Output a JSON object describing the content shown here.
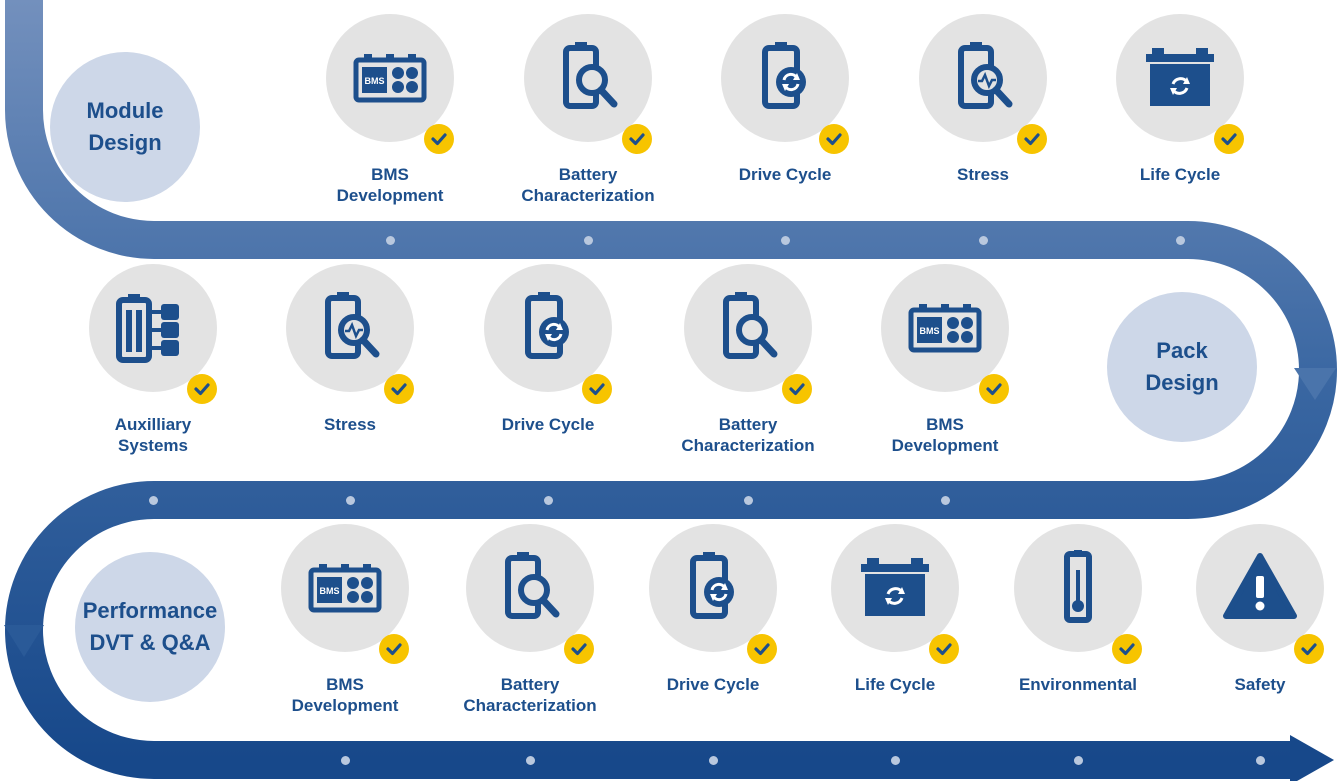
{
  "phases": {
    "module": "Module\nDesign",
    "pack": "Pack\nDesign",
    "performance": "Performance\nDVT & Q&A"
  },
  "row1": [
    {
      "label": "BMS\nDevelopment",
      "icon": "bms-battery-icon",
      "badge": "BMS"
    },
    {
      "label": "Battery\nCharacterization",
      "icon": "battery-magnifier-icon"
    },
    {
      "label": "Drive Cycle",
      "icon": "battery-cycle-icon"
    },
    {
      "label": "Stress",
      "icon": "battery-stress-icon"
    },
    {
      "label": "Life Cycle",
      "icon": "car-battery-cycle-icon"
    }
  ],
  "row2": [
    {
      "label": "Auxilliary\nSystems",
      "icon": "auxiliary-systems-icon"
    },
    {
      "label": "Stress",
      "icon": "battery-stress-icon"
    },
    {
      "label": "Drive Cycle",
      "icon": "battery-cycle-icon"
    },
    {
      "label": "Battery\nCharacterization",
      "icon": "battery-magnifier-icon"
    },
    {
      "label": "BMS\nDevelopment",
      "icon": "bms-battery-icon",
      "badge": "BMS"
    }
  ],
  "row3": [
    {
      "label": "BMS\nDevelopment",
      "icon": "bms-battery-icon",
      "badge": "BMS"
    },
    {
      "label": "Battery\nCharacterization",
      "icon": "battery-magnifier-icon"
    },
    {
      "label": "Drive Cycle",
      "icon": "battery-cycle-icon"
    },
    {
      "label": "Life Cycle",
      "icon": "car-battery-cycle-icon"
    },
    {
      "label": "Environmental",
      "icon": "thermometer-icon"
    },
    {
      "label": "Safety",
      "icon": "warning-icon"
    }
  ],
  "colors": {
    "path_light": "#6f8fbd",
    "path_mid": "#31609d",
    "path_dark": "#1b4c8c",
    "phase_bg": "#cdd7e8",
    "step_bg": "#e3e3e3",
    "icon": "#1d4f8c",
    "check": "#f7c400",
    "dot": "#b9c8de"
  }
}
